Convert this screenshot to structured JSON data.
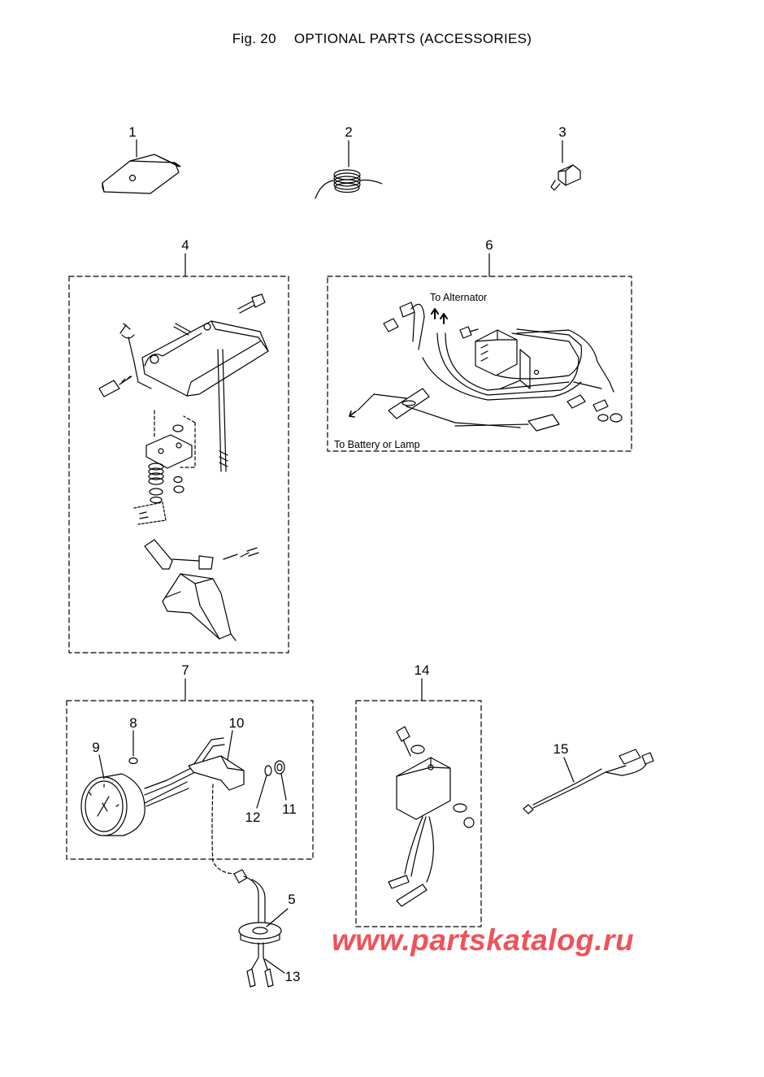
{
  "header": {
    "fig_label": "Fig. 20",
    "fig_title": "OPTIONAL PARTS (ACCESSORIES)"
  },
  "callouts": {
    "c1": "1",
    "c2": "2",
    "c3": "3",
    "c4": "4",
    "c5": "5",
    "c6": "6",
    "c7": "7",
    "c8": "8",
    "c9": "9",
    "c10": "10",
    "c11": "11",
    "c12": "12",
    "c13": "13",
    "c14": "14",
    "c15": "15"
  },
  "notes": {
    "to_alternator": "To Alternator",
    "to_battery": "To Battery or Lamp"
  },
  "watermark": "www.partskatalog.ru",
  "colors": {
    "line": "#000000",
    "watermark": "#f0525a"
  }
}
